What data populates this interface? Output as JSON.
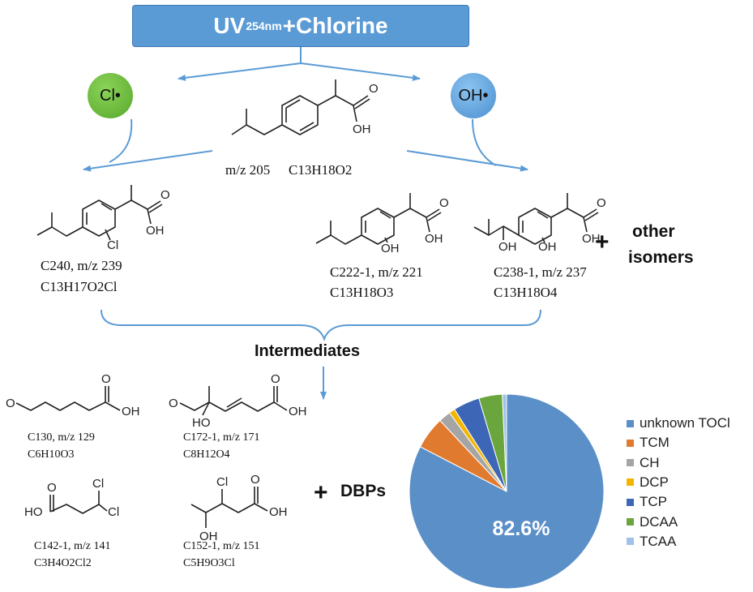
{
  "header": {
    "title_main": "UV",
    "title_sub": "254nm",
    "title_rest": "+Chlorine"
  },
  "radicals": {
    "chlorine": "Cl•",
    "hydroxyl": "OH•"
  },
  "parent": {
    "mass": "m/z 205",
    "formula": "C13H18O2"
  },
  "products": {
    "c240": {
      "label": "C240, m/z 239",
      "formula": "C13H17O2Cl"
    },
    "c222": {
      "label": "C222-1, m/z 221",
      "formula": "C13H18O3"
    },
    "c238": {
      "label": "C238-1, m/z 237",
      "formula": "C13H18O4"
    }
  },
  "other_isomers": {
    "plus": "+",
    "line1": "other",
    "line2": "isomers"
  },
  "intermediates_label": "Intermediates",
  "small_products": {
    "c130": {
      "label": "C130, m/z 129",
      "formula": "C6H10O3"
    },
    "c172": {
      "label": "C172-1, m/z 171",
      "formula": "C8H12O4"
    },
    "c142": {
      "label": "C142-1, m/z 141",
      "formula": "C3H4O2Cl2"
    },
    "c152": {
      "label": "C152-1, m/z 151",
      "formula": "C5H9O3Cl"
    }
  },
  "dbps": {
    "plus": "+",
    "label": "DBPs"
  },
  "atoms": {
    "OH": "OH",
    "HO": "HO",
    "O": "O",
    "Cl": "Cl"
  },
  "chart_data": {
    "type": "pie",
    "title": "",
    "center_label": "82.6%",
    "legend_position": "right",
    "series": [
      {
        "name": "unknown TOCl",
        "value": 82.6,
        "color": "#5b8fc7"
      },
      {
        "name": "TCM",
        "value": 5.4,
        "color": "#e07a2e"
      },
      {
        "name": "CH",
        "value": 2.0,
        "color": "#a5a5a5"
      },
      {
        "name": "DCP",
        "value": 1.0,
        "color": "#f2b600"
      },
      {
        "name": "TCP",
        "value": 4.4,
        "color": "#3d66b6"
      },
      {
        "name": "DCAA",
        "value": 3.9,
        "color": "#6aa63d"
      },
      {
        "name": "TCAA",
        "value": 0.7,
        "color": "#9fc3e8"
      }
    ]
  }
}
